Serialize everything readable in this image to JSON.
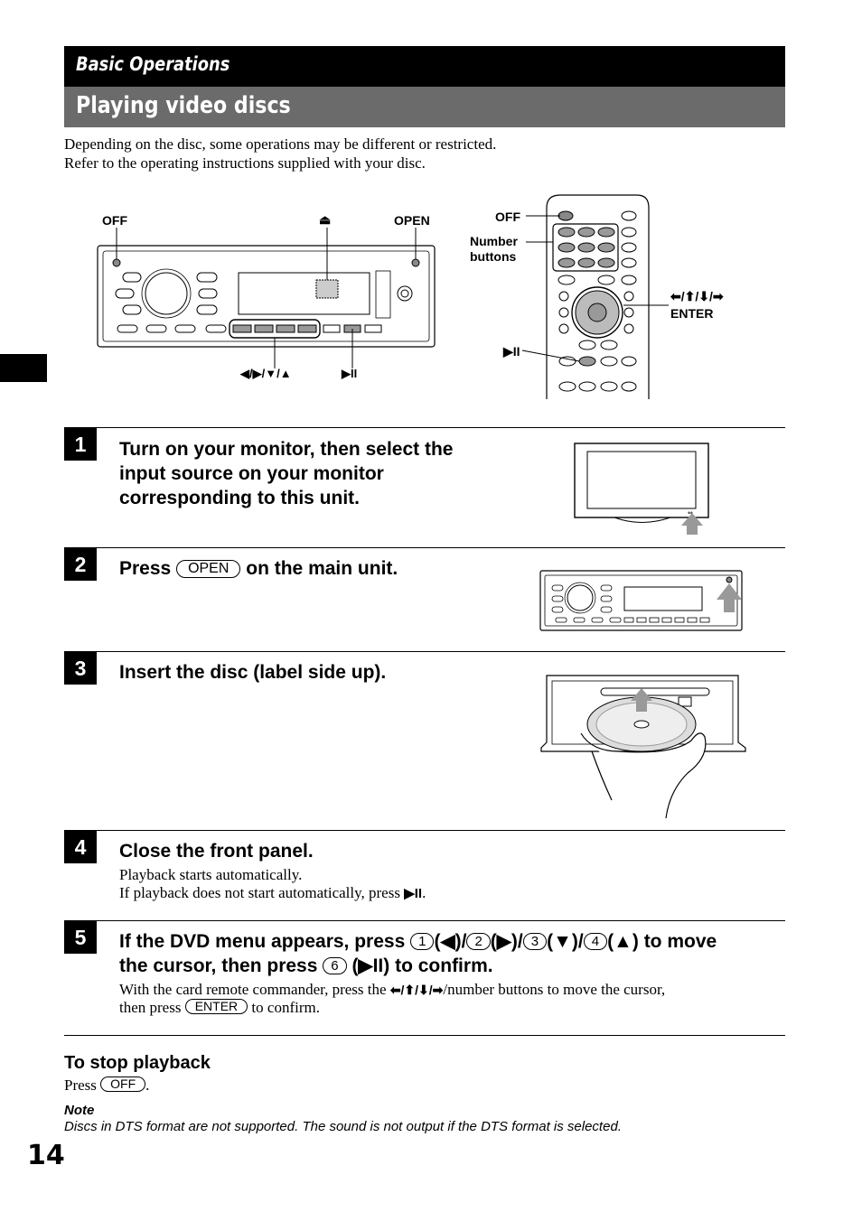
{
  "header": {
    "section": "Basic Operations",
    "title": "Playing video discs"
  },
  "intro": [
    "Depending on the disc, some operations may be different or restricted.",
    "Refer to the operating instructions supplied with your disc."
  ],
  "diagram": {
    "unit_labels": {
      "off": "OFF",
      "eject": "⏏",
      "open": "OPEN",
      "arrows": "◀/▶/▼/▲",
      "play_pause": "▶II"
    },
    "remote_labels": {
      "off": "OFF",
      "number_buttons_1": "Number",
      "number_buttons_2": "buttons",
      "arrows": "⬅/⬆/⬇/➡",
      "enter": "ENTER",
      "play_pause": "▶II"
    }
  },
  "steps": [
    {
      "number": "1",
      "title_lines": [
        "Turn on your monitor, then select the",
        "input source on your monitor",
        "corresponding to this unit."
      ]
    },
    {
      "number": "2",
      "title_pre": "Press",
      "title_key": "OPEN",
      "title_post": "on the main unit."
    },
    {
      "number": "3",
      "title": "Insert the disc (label side up)."
    },
    {
      "number": "4",
      "title": "Close the front panel.",
      "body_line1": "Playback starts automatically.",
      "body_line2_pre": "If playback does not start automatically, press",
      "body_line2_symbol": "▶II",
      "body_line2_post": "."
    },
    {
      "number": "5",
      "title_l1_pre": "If the DVD menu appears, press",
      "key1": "1",
      "sym1": "(◀)/",
      "key2": "2",
      "sym2": "(▶)/",
      "key3": "3",
      "sym3": "(▼)/",
      "key4": "4",
      "sym4": "(▲)",
      "title_l1_post": "to move",
      "title_l2_pre": "the cursor, then press",
      "key6": "6",
      "title_l2_post": "(▶II) to confirm.",
      "body_l1_pre": "With the card remote commander, press the",
      "body_l1_arrows": "⬅/⬆/⬇/➡",
      "body_l1_post": "/number buttons to move the cursor,",
      "body_l2_pre": "then press",
      "body_l2_key": "ENTER",
      "body_l2_post": "to confirm."
    }
  ],
  "stop": {
    "title": "To stop playback",
    "press": "Press",
    "key": "OFF",
    "post": "."
  },
  "note": {
    "title": "Note",
    "text": "Discs in DTS format are not supported. The sound is not output if the DTS format is selected."
  },
  "page_number": "14"
}
